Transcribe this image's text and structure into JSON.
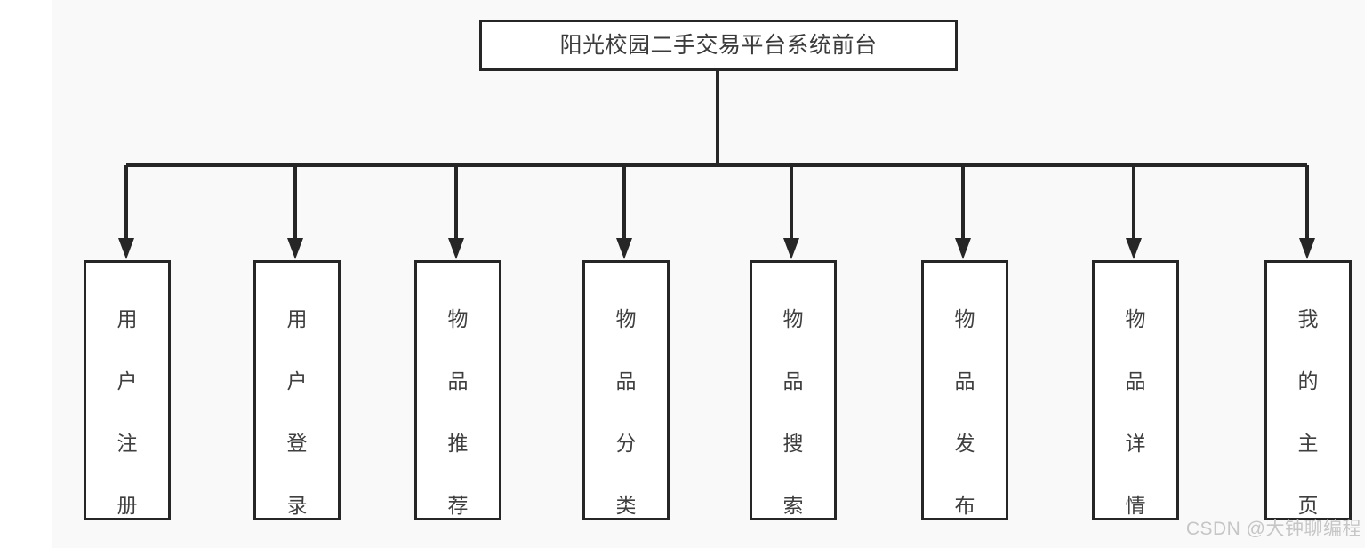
{
  "diagram": {
    "type": "tree-hierarchy",
    "orientation": "top-down",
    "root": {
      "label": "阳光校园二手交易平台系统前台"
    },
    "children": [
      {
        "label": "用户注册"
      },
      {
        "label": "用户登录"
      },
      {
        "label": "物品推荐"
      },
      {
        "label": "物品分类"
      },
      {
        "label": "物品搜索"
      },
      {
        "label": "物品发布"
      },
      {
        "label": "物品详情"
      },
      {
        "label": "我的主页"
      }
    ],
    "colors": {
      "canvas": "#f9f9f9",
      "page": "#ffffff",
      "box_fill": "#ffffff",
      "box_border": "#262626",
      "connector": "#262626",
      "text": "#3f3f3f",
      "watermark": "#c6c6c6"
    }
  },
  "watermark": {
    "text": "CSDN @大钟聊编程"
  }
}
